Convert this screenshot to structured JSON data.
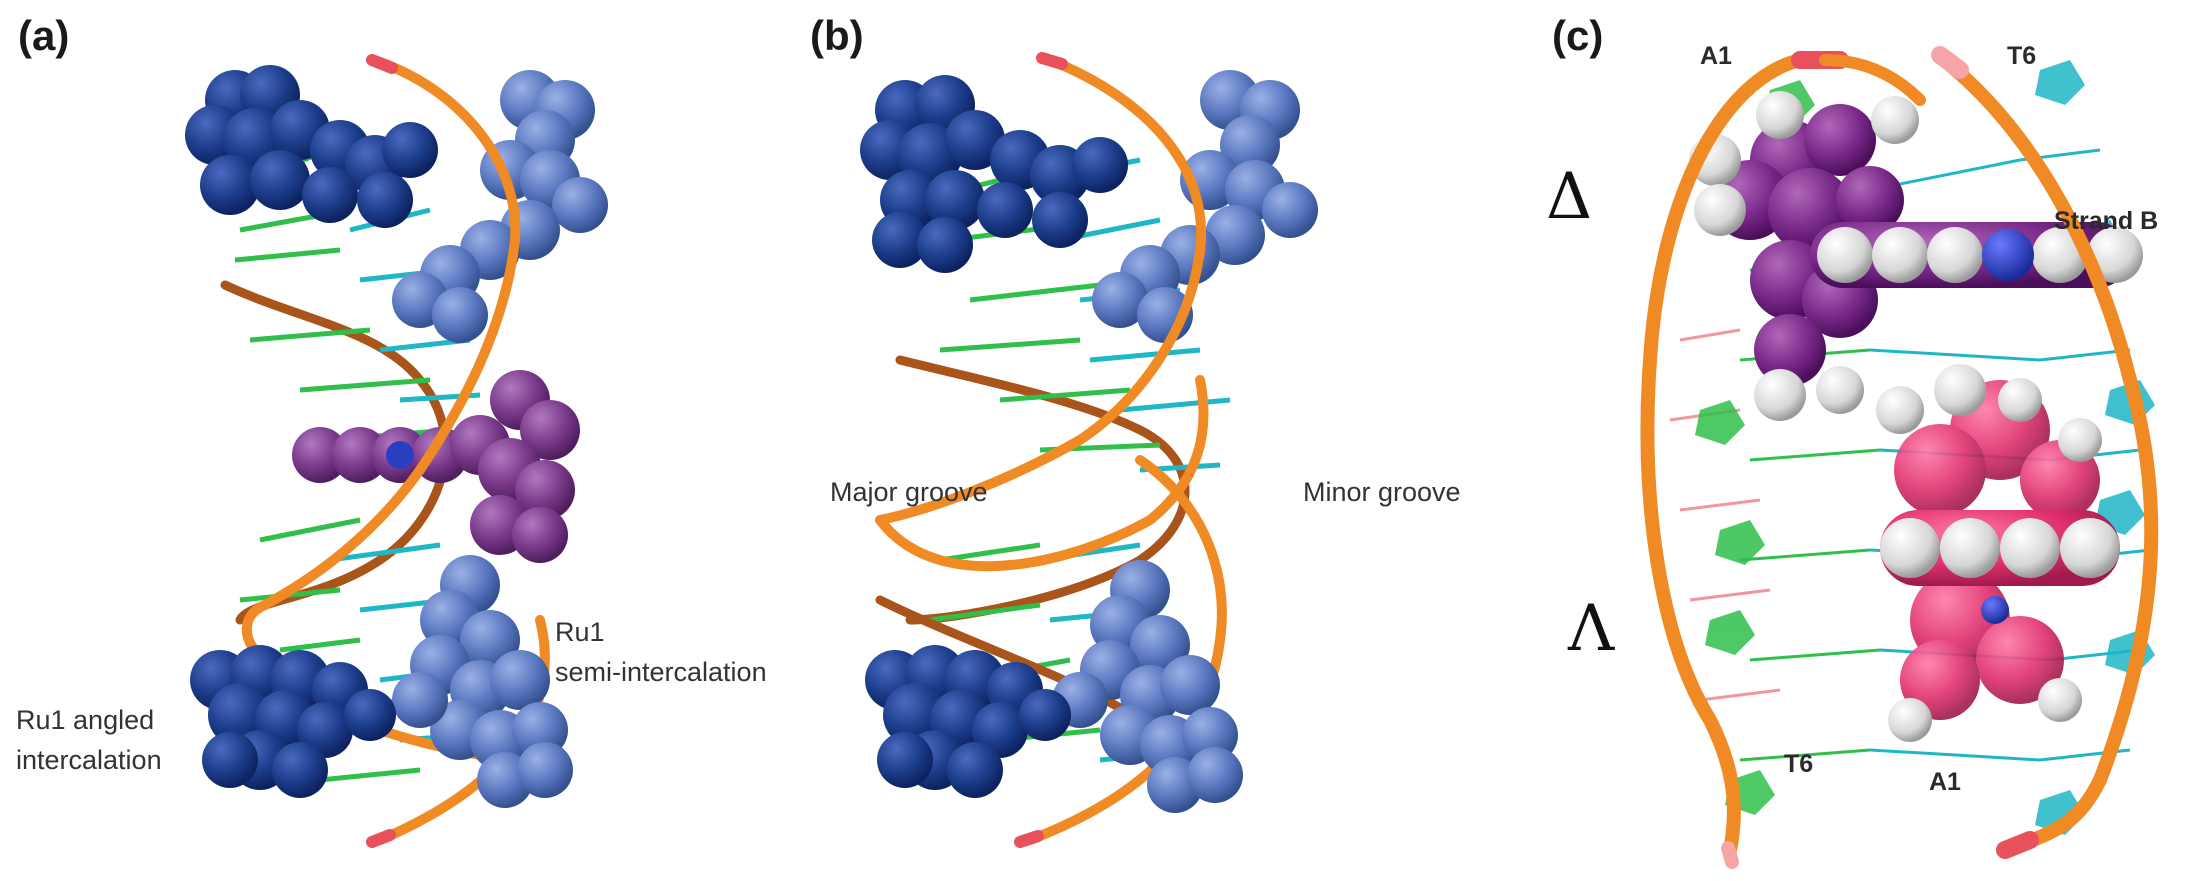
{
  "colors": {
    "strand": "#f08a24",
    "strand_shade": "#a8541a",
    "strand_end": "#e8505b",
    "ru_dark": "#1c3d8a",
    "ru_light": "#5a78c0",
    "ligand_purple": "#7a3a8a",
    "ligand_pink": "#e0306e",
    "base_green": "#2fbf4a",
    "base_cyan": "#1fb6c6",
    "hydrogen": "#e8e8e8",
    "nitrogen": "#2a3fbf"
  },
  "panels": {
    "a": {
      "label": "(a)",
      "ann_semi_l1": "Ru1",
      "ann_semi_l2": "semi-intercalation",
      "ann_angled_l1": "Ru1 angled",
      "ann_angled_l2": "intercalation"
    },
    "b": {
      "label": "(b)",
      "major": "Major groove",
      "minor": "Minor groove"
    },
    "c": {
      "label": "(c)",
      "a1_top": "A1",
      "t6_top": "T6",
      "strand_b": "Strand B",
      "delta": "Δ",
      "lambda": "Λ",
      "t6_bottom": "T6",
      "a1_bottom": "A1"
    }
  }
}
